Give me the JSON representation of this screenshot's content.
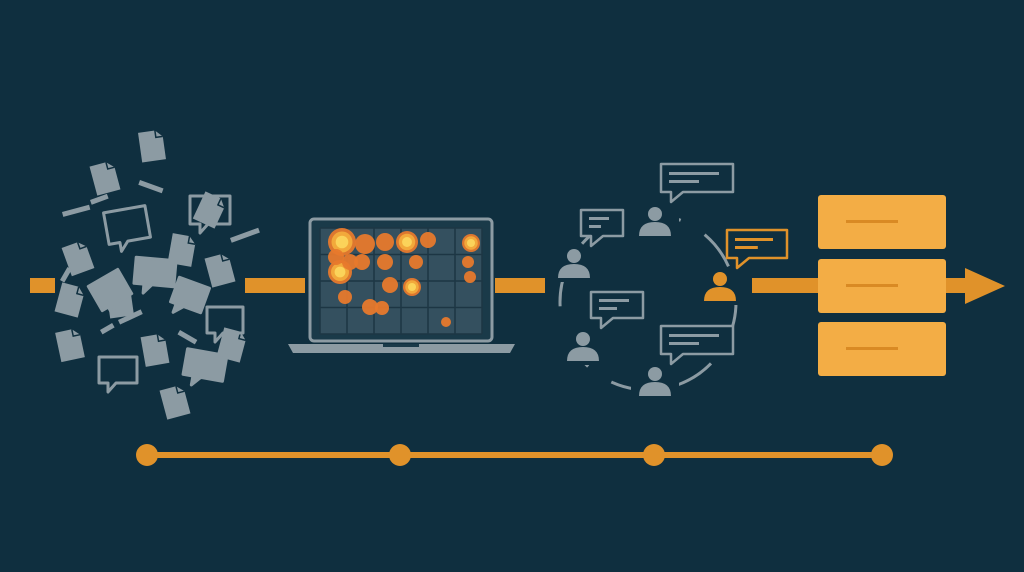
{
  "colors": {
    "background": "#0f2f3f",
    "accent": "#e0922a",
    "block": "#f3ad45",
    "block_line": "#d98a24",
    "icon_gray": "#8c9ba3",
    "screen": "#34505f",
    "heat_core": "#fbd35a",
    "heat_edge": "#e7792c"
  },
  "stages": [
    {
      "name": "unstructured-feedback",
      "icons": [
        "document-icon",
        "chat-bubble-icon"
      ]
    },
    {
      "name": "heatmap-analysis",
      "icons": [
        "laptop-icon",
        "heatmap"
      ]
    },
    {
      "name": "user-discussion",
      "icons": [
        "user-icon",
        "chat-bubble-icon"
      ],
      "highlighted_user": 1
    },
    {
      "name": "structured-output",
      "icons": [
        "stacked-blocks",
        "arrow-right-icon"
      ],
      "block_count": 3
    }
  ],
  "timeline": {
    "milestones": 4
  }
}
